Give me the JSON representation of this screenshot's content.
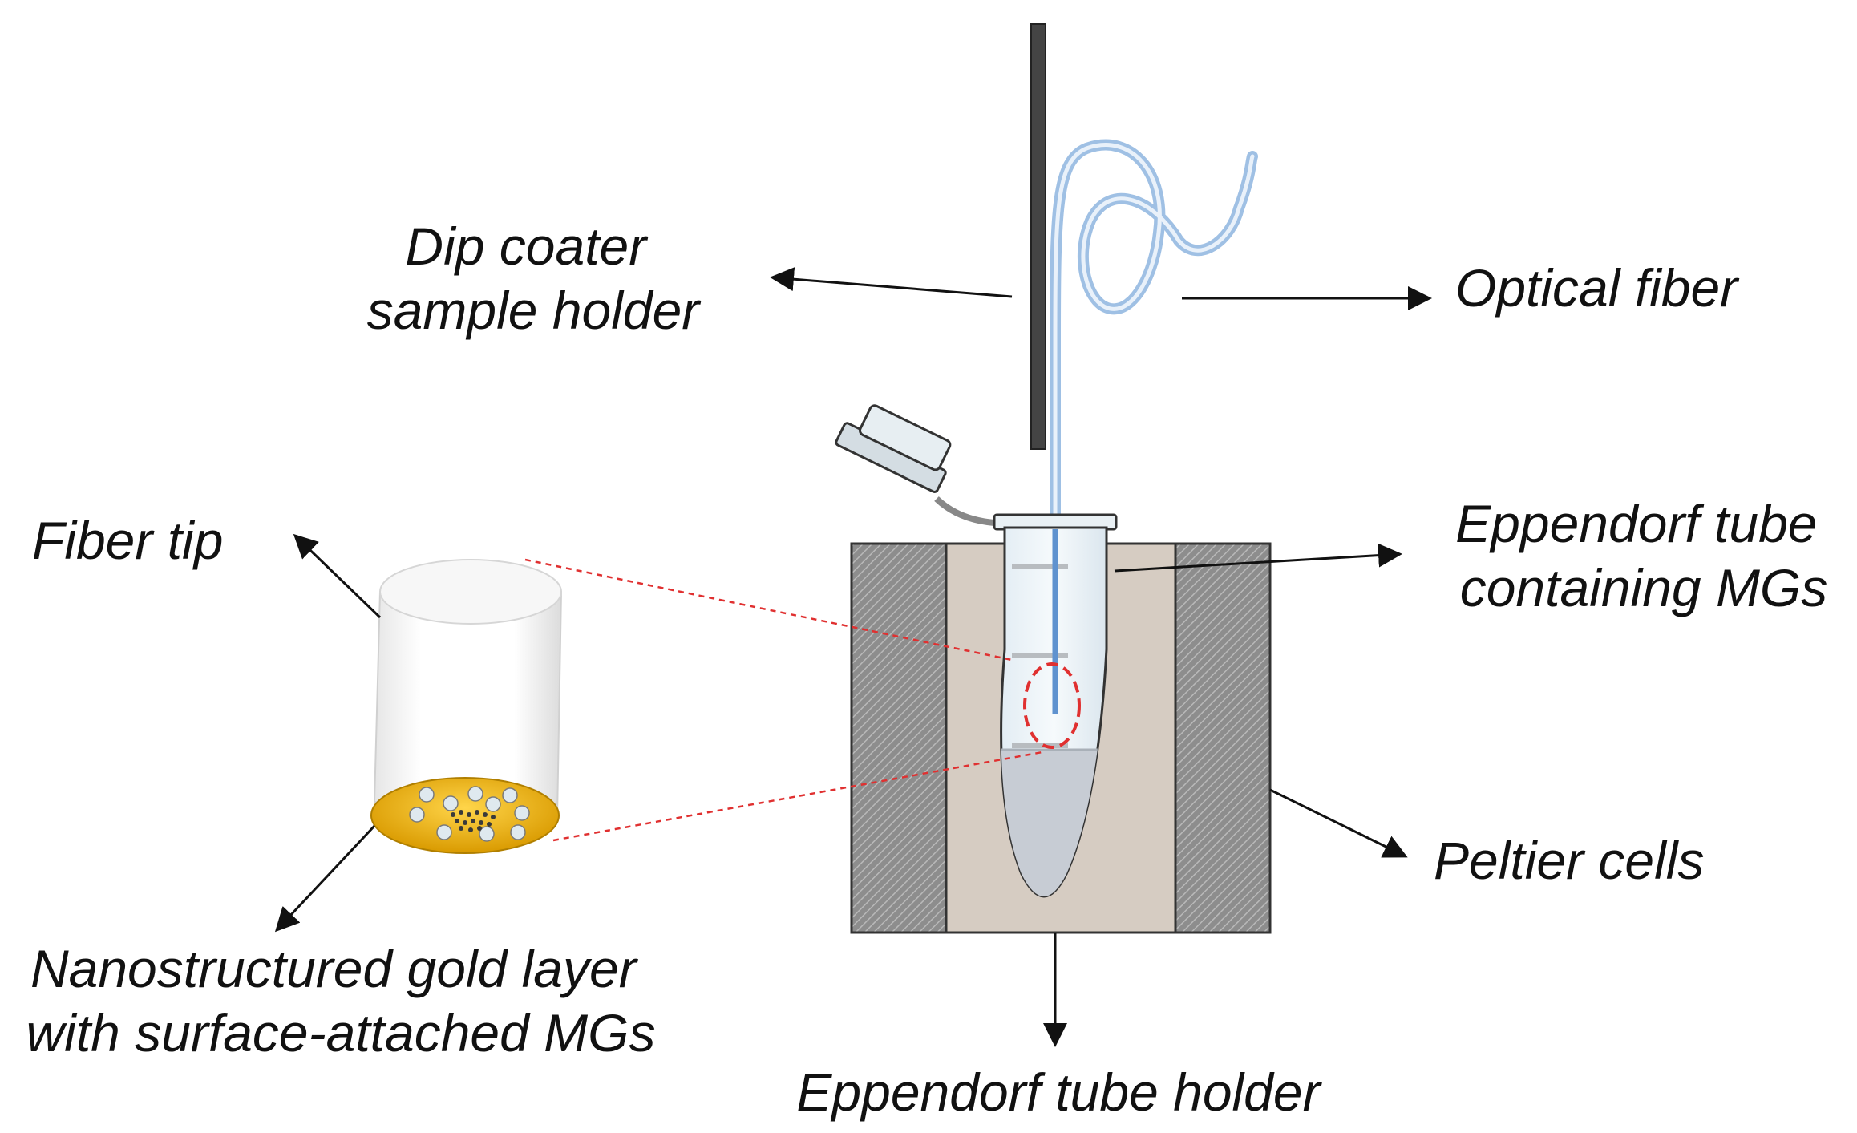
{
  "labels": {
    "dip_coater_line1": "Dip coater",
    "dip_coater_line2": "sample holder",
    "optical_fiber": "Optical fiber",
    "fiber_tip": "Fiber tip",
    "eppendorf_tube_line1": "Eppendorf tube",
    "eppendorf_tube_line2": "containing MGs",
    "peltier_cells": "Peltier cells",
    "gold_layer_line1": "Nanostructured gold layer",
    "gold_layer_line2": "with surface-attached MGs",
    "tube_holder": "Eppendorf tube holder"
  },
  "colors": {
    "gold": "#F2B705",
    "fiber": "#6FA0D8",
    "holder_fill": "#D6CCC2",
    "peltier_fill": "#9A9A9A",
    "zoom_line": "#E03030",
    "rod": "#444444"
  }
}
